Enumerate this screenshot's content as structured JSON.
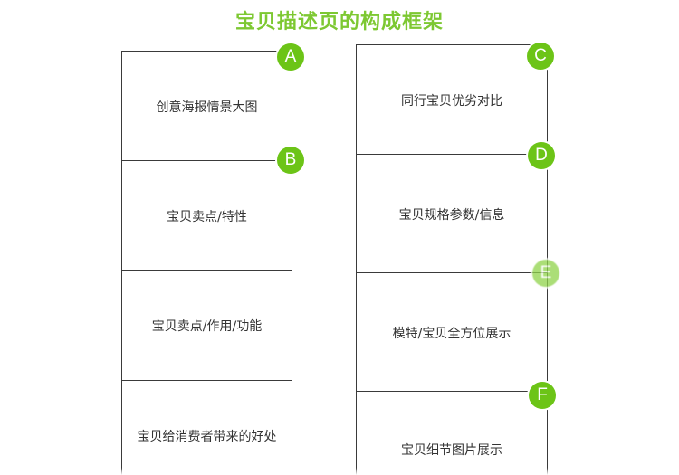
{
  "title": "宝贝描述页的构成框架",
  "left_column": [
    {
      "badge": "A",
      "label": "创意海报情景大图"
    },
    {
      "badge": "B",
      "label": "宝贝卖点/特性"
    },
    {
      "label": "宝贝卖点/作用/功能"
    },
    {
      "label": "宝贝给消费者带来的好处"
    }
  ],
  "right_column": [
    {
      "badge": "C",
      "label": "同行宝贝优劣对比"
    },
    {
      "badge": "D",
      "label": "宝贝规格参数/信息"
    },
    {
      "badge": "E",
      "label": "模特/宝贝全方位展示"
    },
    {
      "badge": "F",
      "label": "宝贝细节图片展示"
    }
  ],
  "colors": {
    "accent": "#6cc417",
    "title": "#7dc832",
    "line": "#3a3a3a",
    "text": "#333333"
  }
}
